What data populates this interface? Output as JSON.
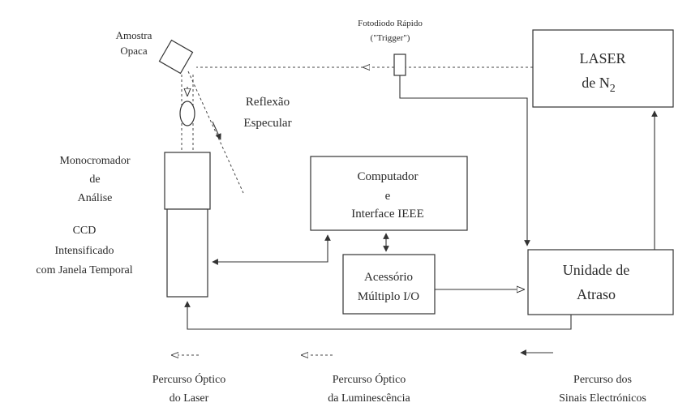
{
  "labels": {
    "amostra_1": "Amostra",
    "amostra_2": "Opaca",
    "fotodiodo_1": "Fotodiodo Rápido",
    "fotodiodo_2": "(\"Trigger\")",
    "laser_1": "LASER",
    "laser_2": "de N",
    "laser_sub": "2",
    "reflexao_1": "Reflexão",
    "reflexao_2": "Especular",
    "mono_1": "Monocromador",
    "mono_2": "de",
    "mono_3": "Análise",
    "ccd_1": "CCD",
    "ccd_2": "Intensificado",
    "ccd_3": "com Janela Temporal",
    "comp_1": "Computador",
    "comp_2": "e",
    "comp_3": "Interface IEEE",
    "acess_1": "Acessório",
    "acess_2": "Múltiplo I/O",
    "unidade_1": "Unidade de",
    "unidade_2": "Atraso"
  },
  "legend": {
    "laser_1": "Percurso Óptico",
    "laser_2": "do Laser",
    "lum_1": "Percurso Óptico",
    "lum_2": "da Luminescência",
    "sinais_1": "Percurso dos",
    "sinais_2": "Sinais Electrónicos"
  }
}
